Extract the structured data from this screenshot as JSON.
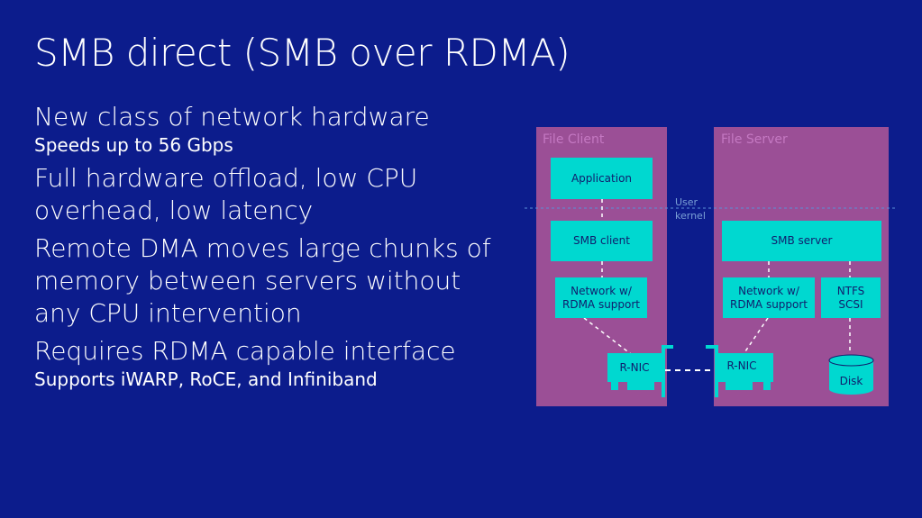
{
  "slide": {
    "title": "SMB direct (SMB over RDMA)",
    "bullets": [
      {
        "text": "New class of network hardware",
        "sub": "Speeds up to 56 Gbps"
      },
      {
        "text": "Full hardware offload, low CPU overhead, low latency"
      },
      {
        "text": "Remote DMA moves large chunks of memory between servers without any CPU intervention"
      },
      {
        "text": "Requires RDMA capable interface",
        "sub": "Supports iWARP, RoCE, and Infiniband"
      }
    ]
  },
  "diagram": {
    "client_label": "File Client",
    "server_label": "File Server",
    "user_label": "User",
    "kernel_label": "kernel",
    "application": "Application",
    "smb_client": "SMB client",
    "smb_server": "SMB server",
    "network_client": "Network w/\nRDMA support",
    "network_server": "Network w/\nRDMA support",
    "ntfs": "NTFS\nSCSI",
    "rnic_client": "R-NIC",
    "rnic_server": "R-NIC",
    "disk": "Disk"
  },
  "colors": {
    "background": "#0c1c8c",
    "panel": "#9b4f96",
    "box": "#00d8d0"
  }
}
